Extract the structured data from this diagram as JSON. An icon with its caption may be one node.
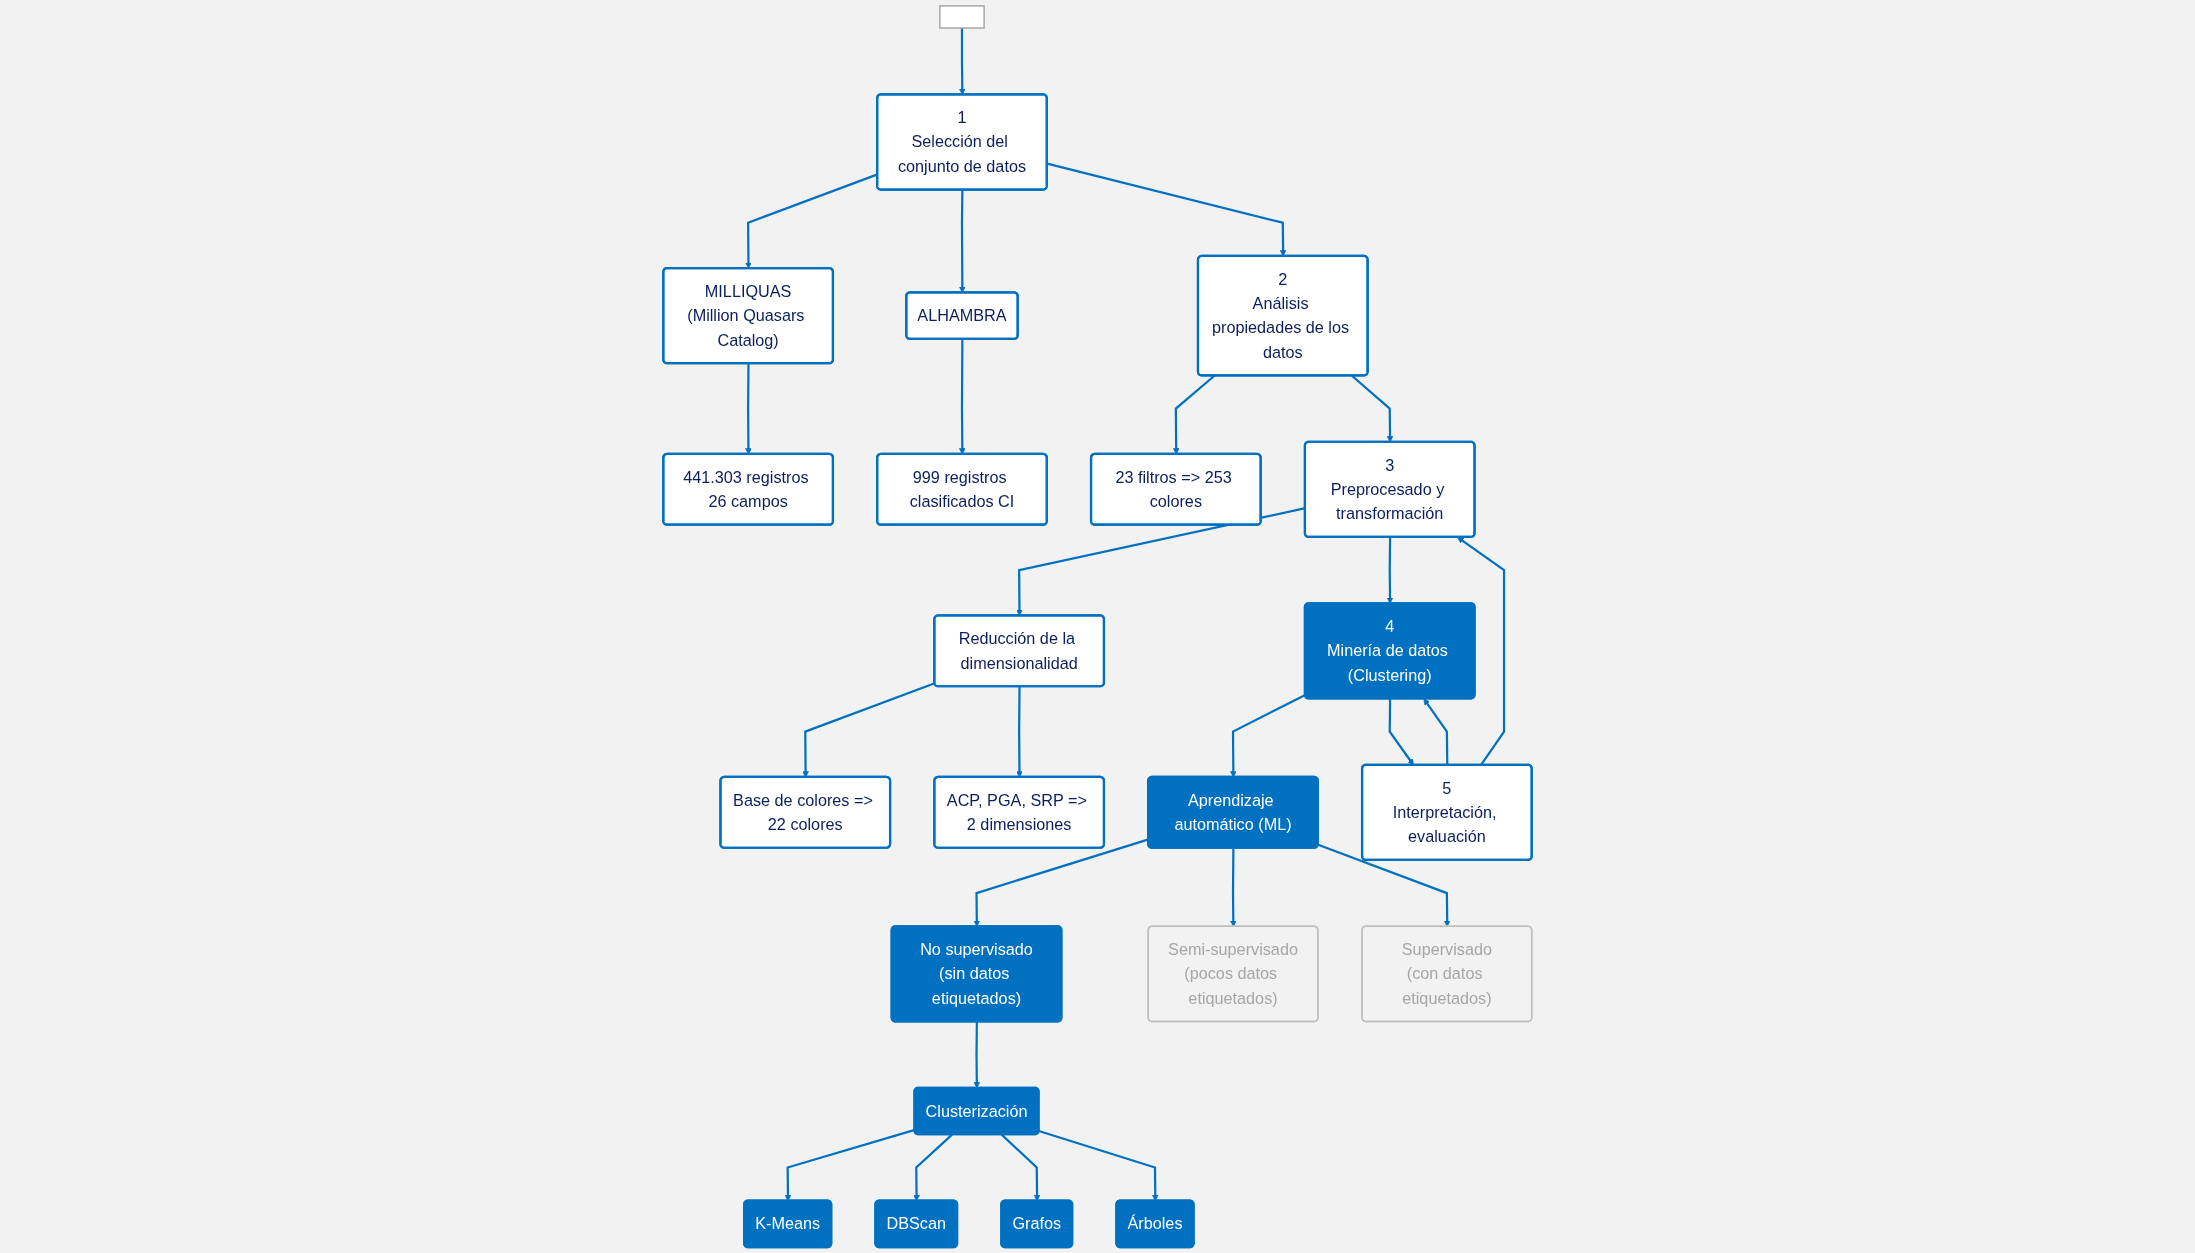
{
  "diagram": {
    "nodes": [
      {
        "text": [],
        "shape": "box"
      },
      {
        "text": [
          "1",
          "Selección del conjunto de datos"
        ]
      },
      {
        "text": [
          "MILLIQUAS",
          "(Million Quasars Catalog)"
        ]
      },
      {
        "text": [
          "ALHAMBRA"
        ]
      },
      {
        "text": [
          "441.303 registros 26 campos"
        ]
      },
      {
        "text": [
          "999 registros clasificados CI"
        ]
      },
      {
        "text": [
          "2",
          "Análisis propiedades de los datos"
        ]
      },
      {
        "text": [
          "23 filtros => 253 colores"
        ]
      },
      {
        "text": [
          "3",
          "Preprocesado y transformación"
        ]
      },
      {
        "text": [
          "Reducción de la dimensionalidad"
        ]
      },
      {
        "text": [
          "Base de colores => 22 colores"
        ]
      },
      {
        "text": [
          "ACP, PGA, SRP => 2 dimensiones"
        ]
      },
      {
        "text": [
          "4",
          "Minería de datos (Clustering)"
        ]
      },
      {
        "text": [
          "Aprendizaje automático (ML)"
        ]
      },
      {
        "text": [
          "No supervisado",
          "(sin datos etiquetados)"
        ]
      },
      {
        "text": [
          "Semi-supervisado",
          "(pocos datos etiquetados)"
        ]
      },
      {
        "text": [
          "Supervisado",
          "(con datos etiquetados)"
        ]
      },
      {
        "text": [
          "Clusterización"
        ]
      },
      {
        "text": [
          "K-Means"
        ]
      },
      {
        "text": [
          "DBScan"
        ]
      },
      {
        "text": [
          "Grafos"
        ]
      },
      {
        "text": [
          "Árboles"
        ]
      },
      {
        "text": [
          "5",
          "Interpretación, evaluación"
        ]
      }
    ],
    "edges": [
      {
        "from": 0,
        "to": 1,
        "arrow": "to"
      },
      {
        "from": 1,
        "to": 2,
        "arrow": "to"
      },
      {
        "from": 1,
        "to": 3,
        "arrow": "to"
      },
      {
        "from": 2,
        "to": 4,
        "arrow": "to"
      },
      {
        "from": 3,
        "to": 5,
        "arrow": "to"
      },
      {
        "from": 1,
        "to": 6,
        "arrow": "to"
      },
      {
        "from": 6,
        "to": 7,
        "arrow": "to"
      },
      {
        "from": 6,
        "to": 8,
        "arrow": "to"
      },
      {
        "from": 8,
        "to": 9,
        "arrow": "to"
      },
      {
        "from": 9,
        "to": 10,
        "arrow": "to"
      },
      {
        "from": 9,
        "to": 11,
        "arrow": "to"
      },
      {
        "from": 8,
        "to": 12,
        "arrow": "to"
      },
      {
        "from": 12,
        "to": 13,
        "arrow": "to"
      },
      {
        "from": 13,
        "to": 14,
        "arrow": "to"
      },
      {
        "from": 13,
        "to": 15,
        "arrow": "to"
      },
      {
        "from": 13,
        "to": 16,
        "arrow": "to"
      },
      {
        "from": 14,
        "to": 17,
        "arrow": "to"
      },
      {
        "from": 17,
        "to": 18,
        "arrow": "to"
      },
      {
        "from": 17,
        "to": 19,
        "arrow": "to"
      },
      {
        "from": 17,
        "to": 20,
        "arrow": "to"
      },
      {
        "from": 17,
        "to": 21,
        "arrow": "to"
      },
      {
        "from": 12,
        "to": 22,
        "arrow": "to"
      },
      {
        "from": 22,
        "to": 8,
        "arrow": "to"
      },
      {
        "from": 22,
        "to": 12,
        "arrow": "to"
      }
    ]
  }
}
